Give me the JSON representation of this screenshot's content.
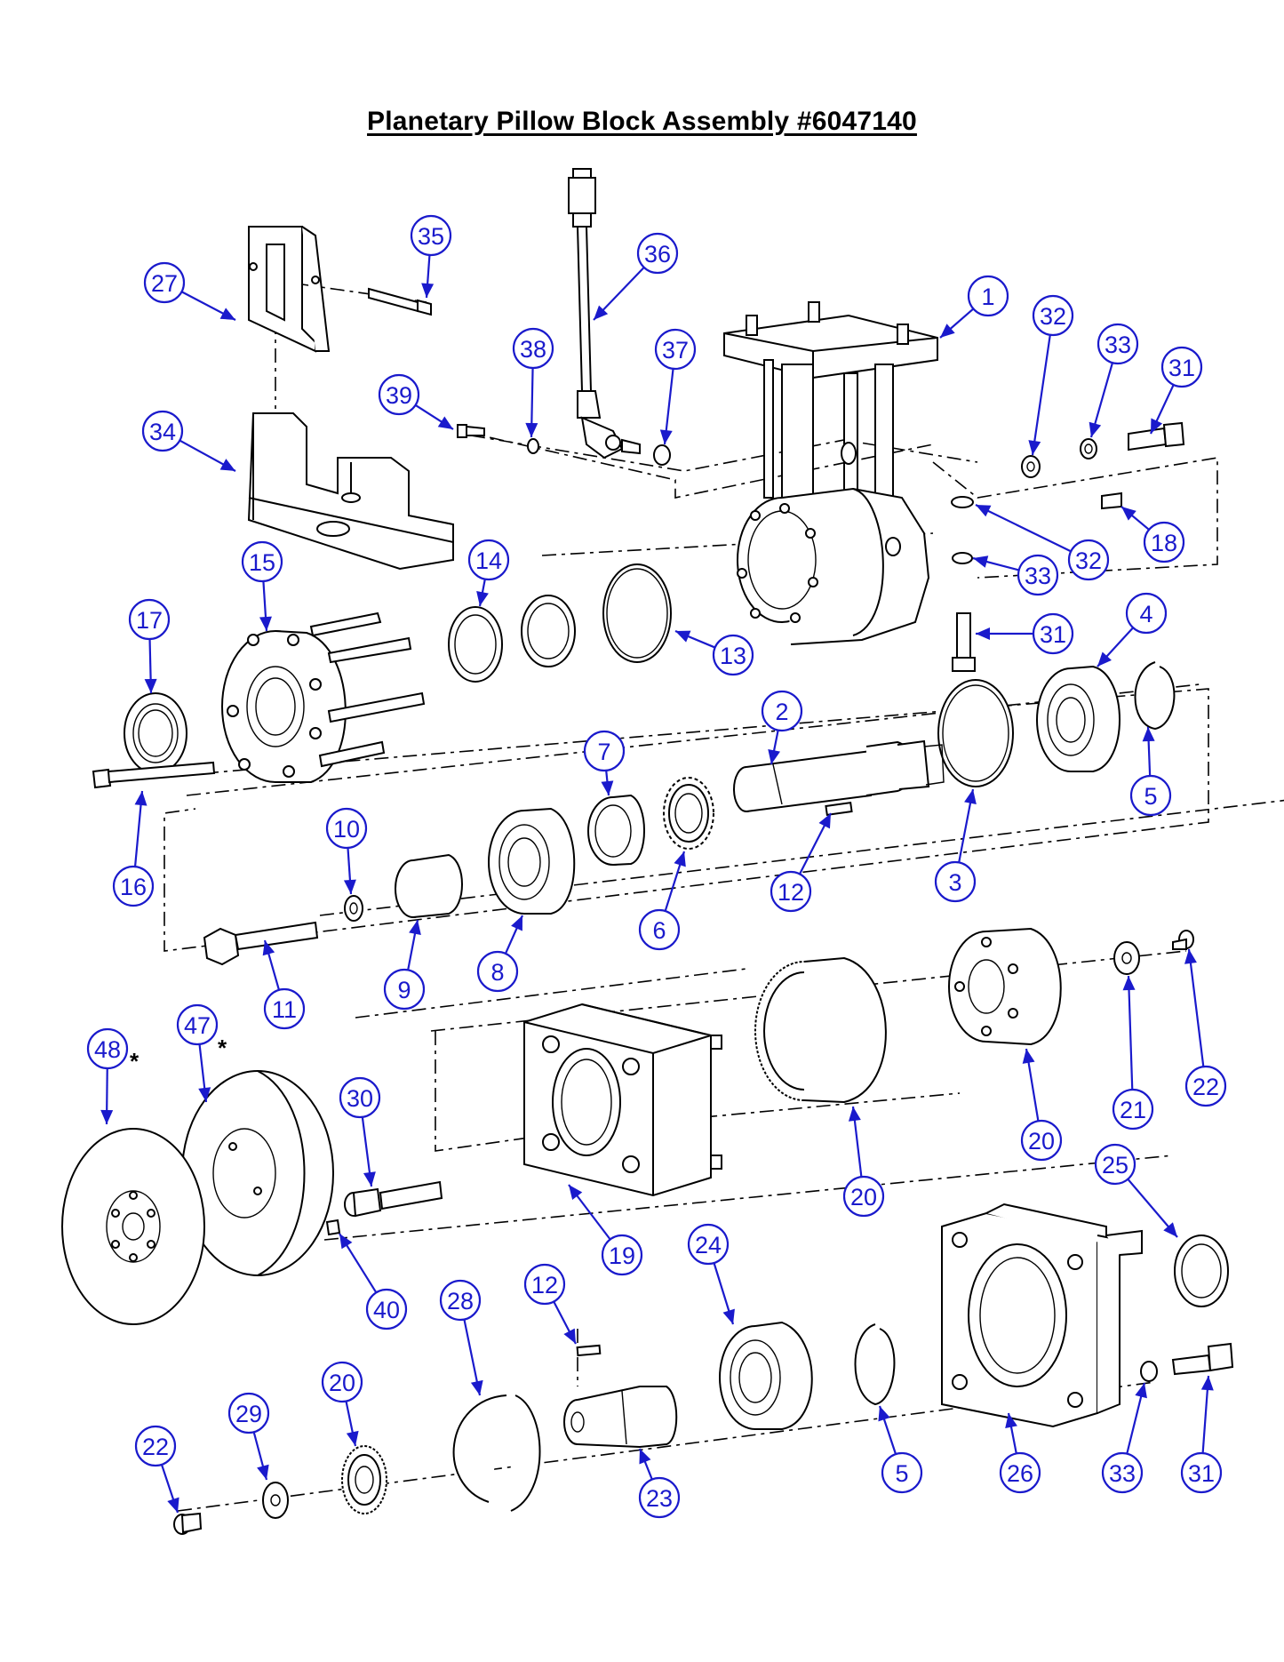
{
  "title": "Planetary Pillow Block Assembly #6047140",
  "balloon_color": "#1a1acc",
  "line_color": "#000000",
  "part_callouts": [
    {
      "id": "c1",
      "label": "1"
    },
    {
      "id": "c2",
      "label": "2"
    },
    {
      "id": "c3",
      "label": "3"
    },
    {
      "id": "c4",
      "label": "4"
    },
    {
      "id": "c5a",
      "label": "5"
    },
    {
      "id": "c5b",
      "label": "5"
    },
    {
      "id": "c6",
      "label": "6"
    },
    {
      "id": "c7",
      "label": "7"
    },
    {
      "id": "c8",
      "label": "8"
    },
    {
      "id": "c9",
      "label": "9"
    },
    {
      "id": "c10",
      "label": "10"
    },
    {
      "id": "c11",
      "label": "11"
    },
    {
      "id": "c12a",
      "label": "12"
    },
    {
      "id": "c12b",
      "label": "12"
    },
    {
      "id": "c13",
      "label": "13"
    },
    {
      "id": "c14",
      "label": "14"
    },
    {
      "id": "c15",
      "label": "15"
    },
    {
      "id": "c16",
      "label": "16"
    },
    {
      "id": "c17",
      "label": "17"
    },
    {
      "id": "c18",
      "label": "18"
    },
    {
      "id": "c19",
      "label": "19"
    },
    {
      "id": "c20a",
      "label": "20"
    },
    {
      "id": "c20b",
      "label": "20"
    },
    {
      "id": "c20c",
      "label": "20"
    },
    {
      "id": "c21",
      "label": "21"
    },
    {
      "id": "c22a",
      "label": "22"
    },
    {
      "id": "c22b",
      "label": "22"
    },
    {
      "id": "c23",
      "label": "23"
    },
    {
      "id": "c24",
      "label": "24"
    },
    {
      "id": "c25",
      "label": "25"
    },
    {
      "id": "c26",
      "label": "26"
    },
    {
      "id": "c27",
      "label": "27"
    },
    {
      "id": "c28",
      "label": "28"
    },
    {
      "id": "c29",
      "label": "29"
    },
    {
      "id": "c30",
      "label": "30"
    },
    {
      "id": "c31a",
      "label": "31"
    },
    {
      "id": "c31b",
      "label": "31"
    },
    {
      "id": "c31c",
      "label": "31"
    },
    {
      "id": "c32a",
      "label": "32"
    },
    {
      "id": "c32b",
      "label": "32"
    },
    {
      "id": "c33a",
      "label": "33"
    },
    {
      "id": "c33b",
      "label": "33"
    },
    {
      "id": "c33c",
      "label": "33"
    },
    {
      "id": "c34",
      "label": "34"
    },
    {
      "id": "c35",
      "label": "35"
    },
    {
      "id": "c36",
      "label": "36"
    },
    {
      "id": "c37",
      "label": "37"
    },
    {
      "id": "c38",
      "label": "38"
    },
    {
      "id": "c39",
      "label": "39"
    },
    {
      "id": "c40",
      "label": "40"
    },
    {
      "id": "c47",
      "label": "47"
    },
    {
      "id": "c48",
      "label": "48"
    }
  ],
  "footnote_mark": "*"
}
